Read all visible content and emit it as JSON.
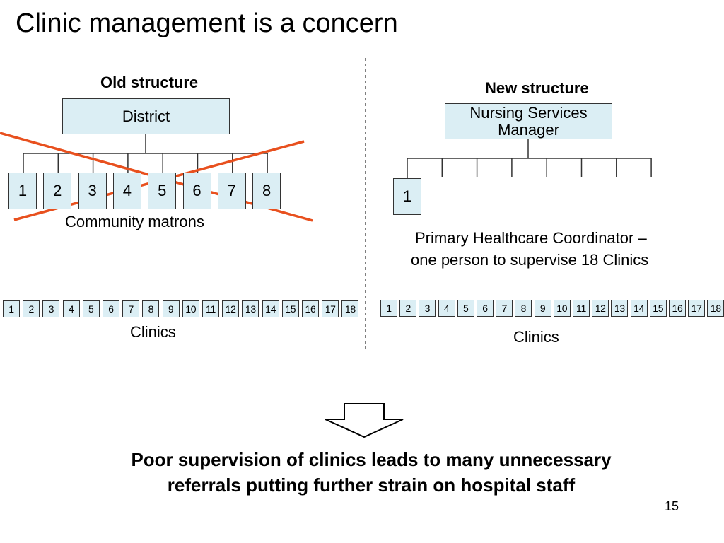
{
  "slide": {
    "title": "Clinic management is a concern",
    "page_number": "15"
  },
  "old_structure": {
    "heading": "Old structure",
    "top_box": "District",
    "matrons": [
      "1",
      "2",
      "3",
      "4",
      "5",
      "6",
      "7",
      "8"
    ],
    "matrons_label": "Community matrons",
    "clinics": [
      "1",
      "2",
      "3",
      "4",
      "5",
      "6",
      "7",
      "8",
      "9",
      "10",
      "11",
      "12",
      "13",
      "14",
      "15",
      "16",
      "17",
      "18"
    ],
    "clinics_label": "Clinics"
  },
  "new_structure": {
    "heading": "New structure",
    "top_box": "Nursing Services Manager",
    "coordinators": [
      "1"
    ],
    "coordinator_caption_line1": "Primary Healthcare Coordinator –",
    "coordinator_caption_line2": "one person to supervise 18 Clinics",
    "clinics": [
      "1",
      "2",
      "3",
      "4",
      "5",
      "6",
      "7",
      "8",
      "9",
      "10",
      "11",
      "12",
      "13",
      "14",
      "15",
      "16",
      "17",
      "18"
    ],
    "clinics_label": "Clinics"
  },
  "conclusion": "Poor supervision of clinics leads to many unnecessary referrals putting further strain on hospital staff",
  "colors": {
    "box_fill": "#dbeef4",
    "cross_out": "#e8501e",
    "border": "#333333"
  }
}
